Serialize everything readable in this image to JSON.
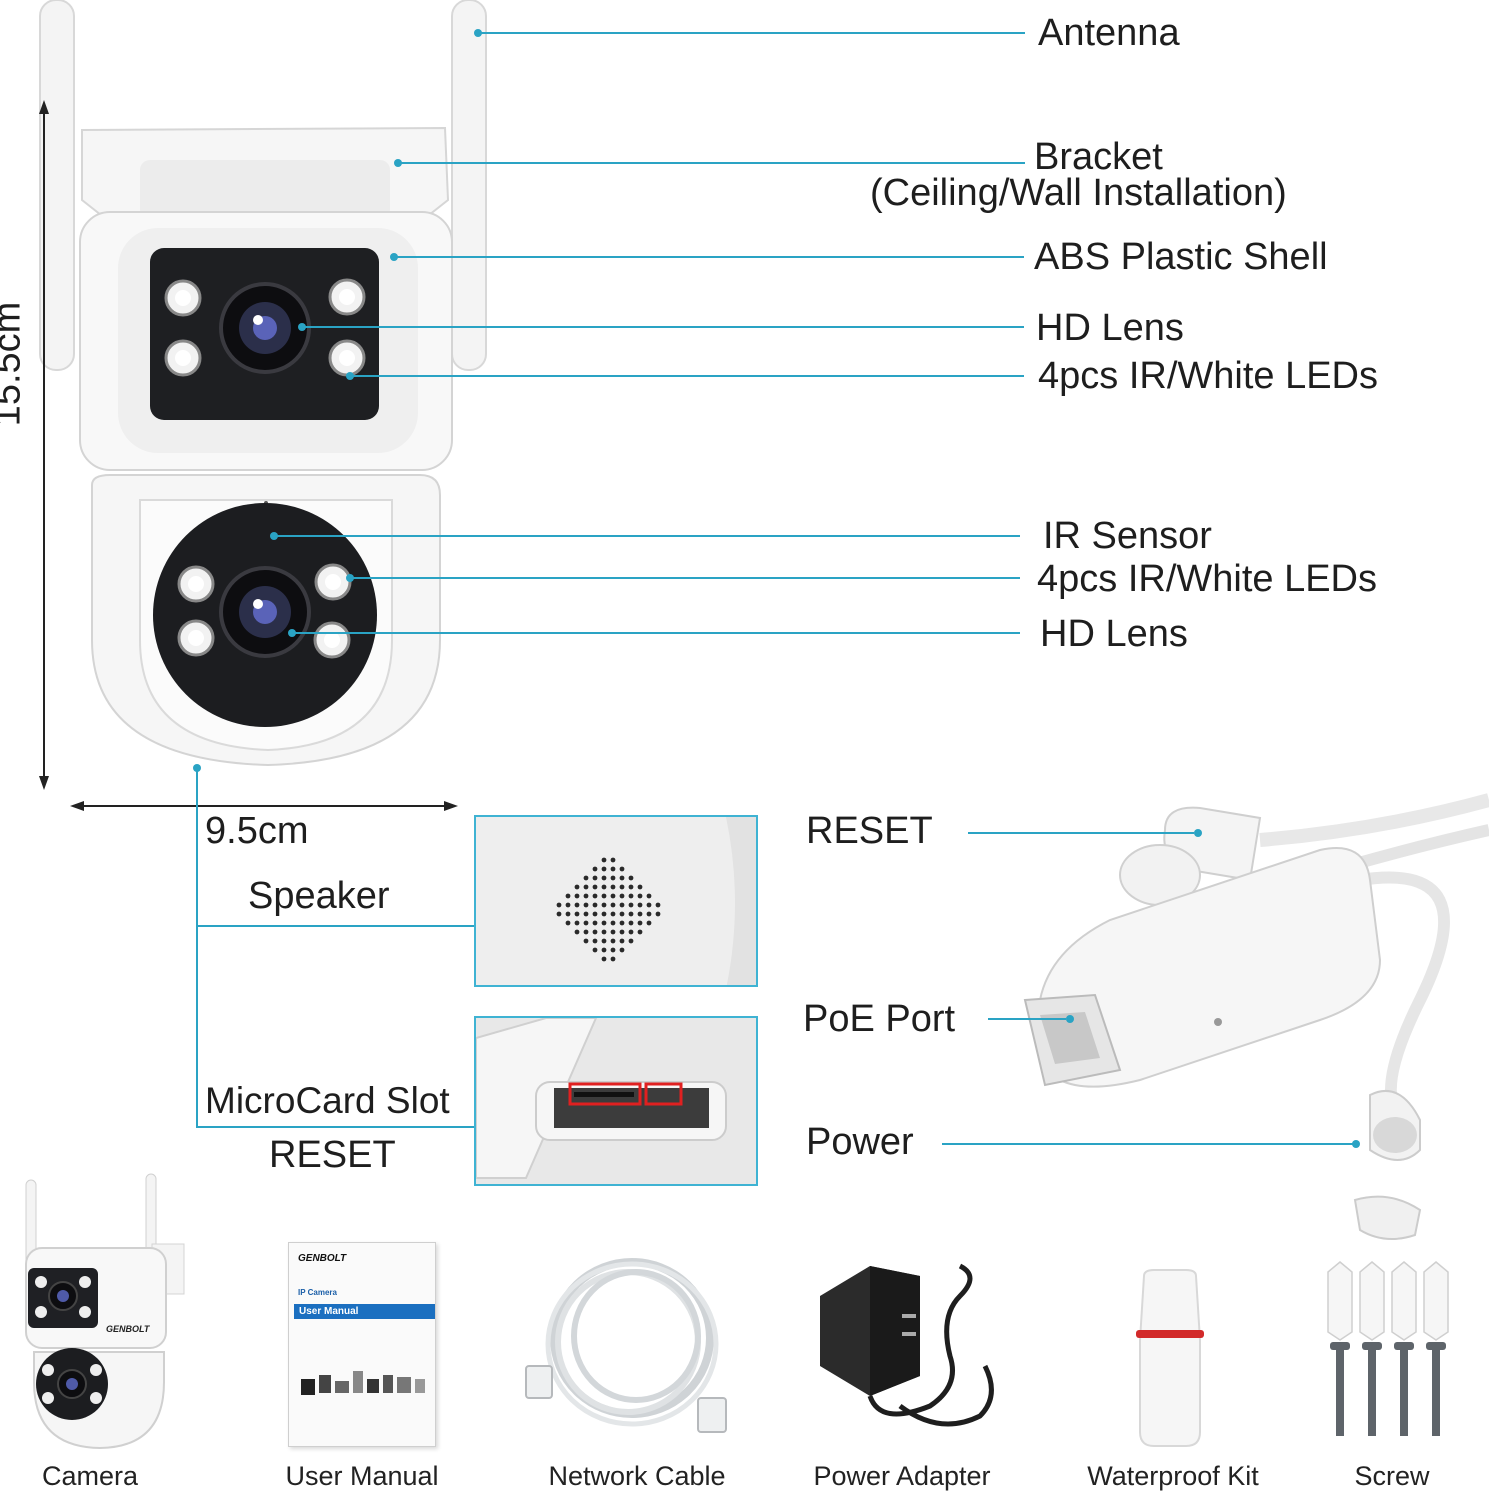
{
  "dimensions": {
    "height": "15.5cm",
    "width": "9.5cm"
  },
  "callouts": {
    "antenna": "Antenna",
    "bracket": "Bracket",
    "bracket_sub": "(Ceiling/Wall Installation)",
    "shell": "ABS Plastic Shell",
    "hd_lens_top": "HD Lens",
    "leds_top": "4pcs IR/White LEDs",
    "ir_sensor": "IR Sensor",
    "leds_bottom": "4pcs IR/White LEDs",
    "hd_lens_bottom": "HD Lens",
    "speaker": "Speaker",
    "microcard": "MicroCard Slot",
    "reset_slot": "RESET",
    "reset_cable": "RESET",
    "poe": "PoE Port",
    "power": "Power"
  },
  "manual_cover": {
    "brand": "GENBOLT",
    "subtitle": "IP Camera",
    "title": "User Manual"
  },
  "camera_brand": "GENBOLT",
  "package": [
    "Camera",
    "User Manual",
    "Network Cable",
    "Power Adapter",
    "Waterproof Kit",
    "Screw"
  ],
  "colors": {
    "callout_line": "#2aa3c4",
    "frame": "#3fb3d3",
    "highlight": "#e02020"
  }
}
